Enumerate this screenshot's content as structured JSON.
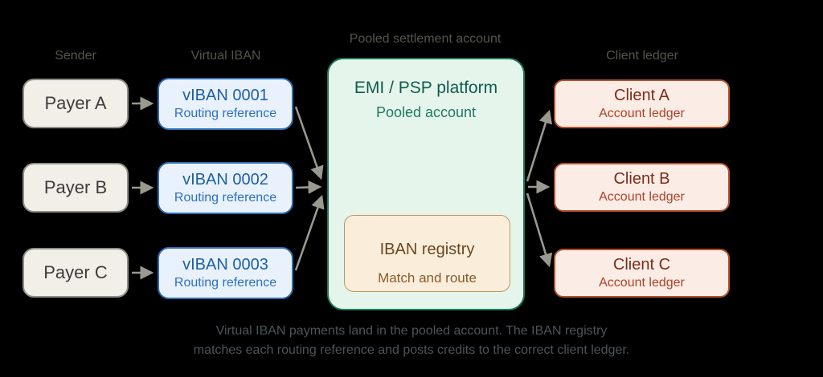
{
  "headers": {
    "sender": "Sender",
    "virtual_iban": "Virtual IBAN",
    "pooled_settlement": "Pooled settlement account",
    "client_ledger": "Client ledger"
  },
  "senders": [
    {
      "label": "Payer A"
    },
    {
      "label": "Payer B"
    },
    {
      "label": "Payer C"
    }
  ],
  "vibans": [
    {
      "title": "vIBAN 0001",
      "subtitle": "Routing reference"
    },
    {
      "title": "vIBAN 0002",
      "subtitle": "Routing reference"
    },
    {
      "title": "vIBAN 0003",
      "subtitle": "Routing reference"
    }
  ],
  "platform": {
    "title": "EMI / PSP platform",
    "subtitle": "Pooled account",
    "registry": {
      "title": "IBAN registry",
      "subtitle": "Match and route"
    }
  },
  "clients": [
    {
      "title": "Client A",
      "subtitle": "Account ledger"
    },
    {
      "title": "Client B",
      "subtitle": "Account ledger"
    },
    {
      "title": "Client C",
      "subtitle": "Account ledger"
    }
  ],
  "caption": {
    "line1": "Virtual IBAN payments land in the pooled account. The IBAN registry",
    "line2": "matches each routing reference and posts credits to the correct client ledger."
  },
  "colors": {
    "bg": "#000000",
    "header_text": "#55544d",
    "caption_text": "#4b555c",
    "arrow": "#9a998f",
    "payer_bg": "#f2efe9",
    "payer_border": "#8f8f88",
    "payer_text": "#3c3c3c",
    "viban_bg": "#e9f2fc",
    "viban_border": "#2e6db4",
    "viban_title": "#1d5fa6",
    "viban_sub": "#2b6fc2",
    "green_bg": "#e6f5ec",
    "green_border": "#1a7a60",
    "green_title": "#0e5c4b",
    "green_sub": "#1d7a62",
    "reg_bg": "#faeedb",
    "reg_border": "#c8945c",
    "reg_title": "#6b4423",
    "reg_sub": "#8a5a28",
    "client_bg": "#fbece5",
    "client_border": "#b5502d",
    "client_title": "#7d2c1a",
    "client_sub": "#ad4328"
  }
}
